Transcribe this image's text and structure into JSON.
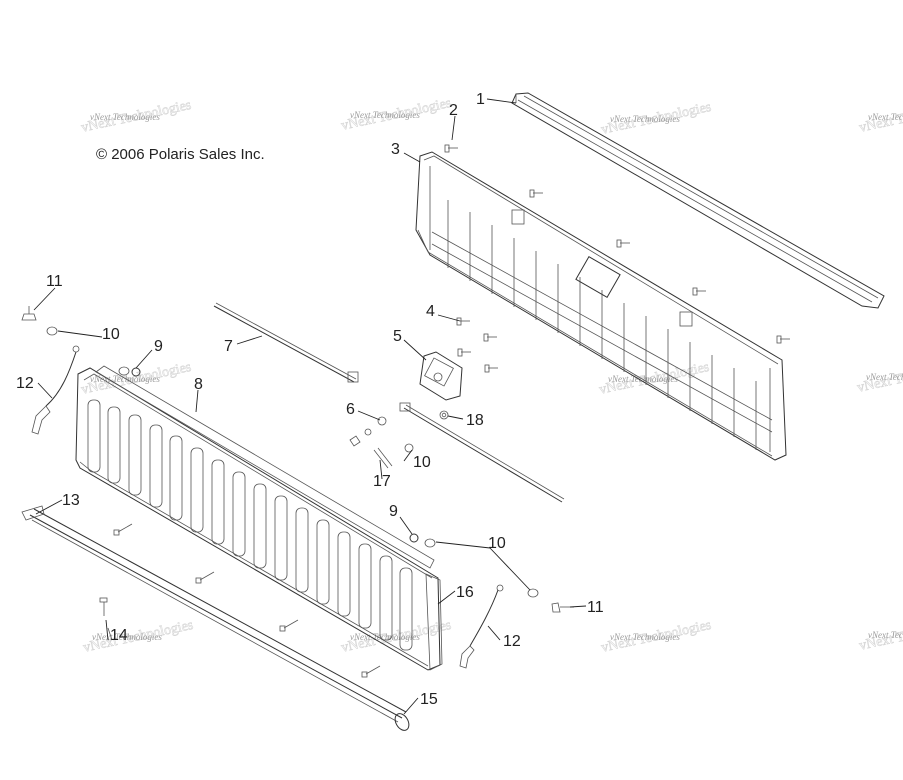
{
  "copyright": "© 2006 Polaris Sales Inc.",
  "watermark": "vNext Technologies",
  "callouts": [
    "1",
    "2",
    "3",
    "4",
    "5",
    "6",
    "7",
    "8",
    "9",
    "10",
    "11",
    "12",
    "13",
    "14",
    "15",
    "16",
    "17",
    "18",
    "9",
    "10",
    "11",
    "12",
    "10"
  ]
}
